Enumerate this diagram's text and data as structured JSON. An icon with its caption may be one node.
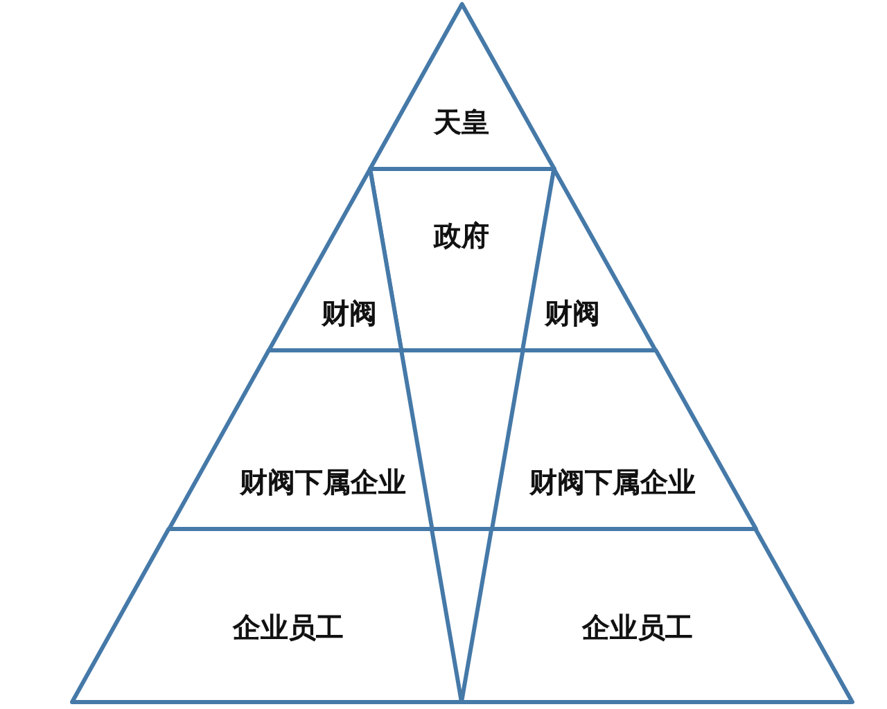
{
  "diagram": {
    "nodes": [
      {
        "text": [
          "天皇"
        ]
      },
      {
        "text": [
          "政府"
        ]
      },
      {
        "text": [
          "财阀"
        ]
      },
      {
        "text": [
          "财阀"
        ]
      },
      {
        "text": [
          "财阀下属企业"
        ]
      },
      {
        "text": [
          "财阀下属企业"
        ]
      },
      {
        "text": [
          "企业员工"
        ]
      },
      {
        "text": [
          "企业员工"
        ]
      }
    ]
  }
}
